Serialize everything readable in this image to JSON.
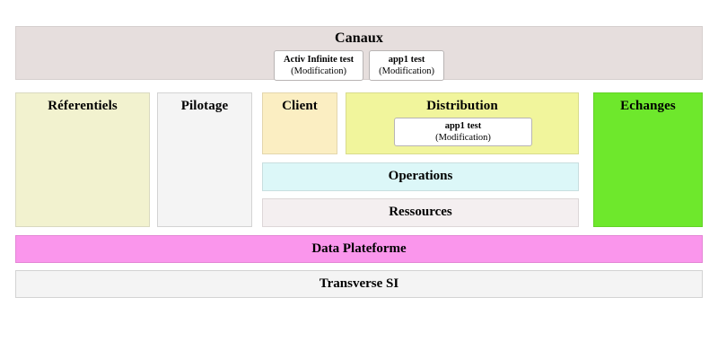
{
  "diagram": {
    "header": {
      "title": "Canaux",
      "applications": [
        {
          "name": "Activ Infinite test",
          "state": "(Modification)"
        },
        {
          "name": "app1 test",
          "state": "(Modification)"
        }
      ]
    },
    "blocks": {
      "referentiels": {
        "title": "Réferentiels",
        "color": "#f2f2cf"
      },
      "pilotage": {
        "title": "Pilotage",
        "color": "#f4f4f4"
      },
      "client": {
        "title": "Client",
        "color": "#fbeec2"
      },
      "distribution": {
        "title": "Distribution",
        "color": "#f1f59c",
        "application": {
          "name": "app1 test",
          "state": "(Modification)"
        }
      },
      "operations": {
        "title": "Operations",
        "color": "#dcf7f8"
      },
      "ressources": {
        "title": "Ressources",
        "color": "#f4eff0"
      },
      "echanges": {
        "title": "Echanges",
        "color": "#6ee82c"
      }
    },
    "bars": {
      "data_plateforme": {
        "title": "Data Plateforme",
        "color": "#fa96ec"
      },
      "transverse_si": {
        "title": "Transverse SI",
        "color": "#f4f4f4"
      }
    }
  }
}
